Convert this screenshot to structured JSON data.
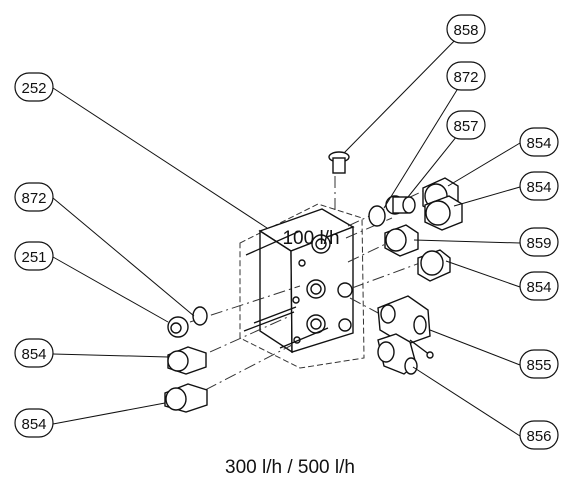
{
  "diagram": {
    "labels": {
      "mid": "100 l/h",
      "bottom": "300 l/h / 500 l/h"
    },
    "callouts": [
      {
        "id": "c858",
        "text": "858"
      },
      {
        "id": "c872a",
        "text": "872"
      },
      {
        "id": "c252",
        "text": "252"
      },
      {
        "id": "c857",
        "text": "857"
      },
      {
        "id": "c854a",
        "text": "854"
      },
      {
        "id": "c854b",
        "text": "854"
      },
      {
        "id": "c872b",
        "text": "872"
      },
      {
        "id": "c859",
        "text": "859"
      },
      {
        "id": "c251",
        "text": "251"
      },
      {
        "id": "c854c",
        "text": "854"
      },
      {
        "id": "c854d",
        "text": "854"
      },
      {
        "id": "c855",
        "text": "855"
      },
      {
        "id": "c854e",
        "text": "854"
      },
      {
        "id": "c856",
        "text": "856"
      }
    ]
  }
}
